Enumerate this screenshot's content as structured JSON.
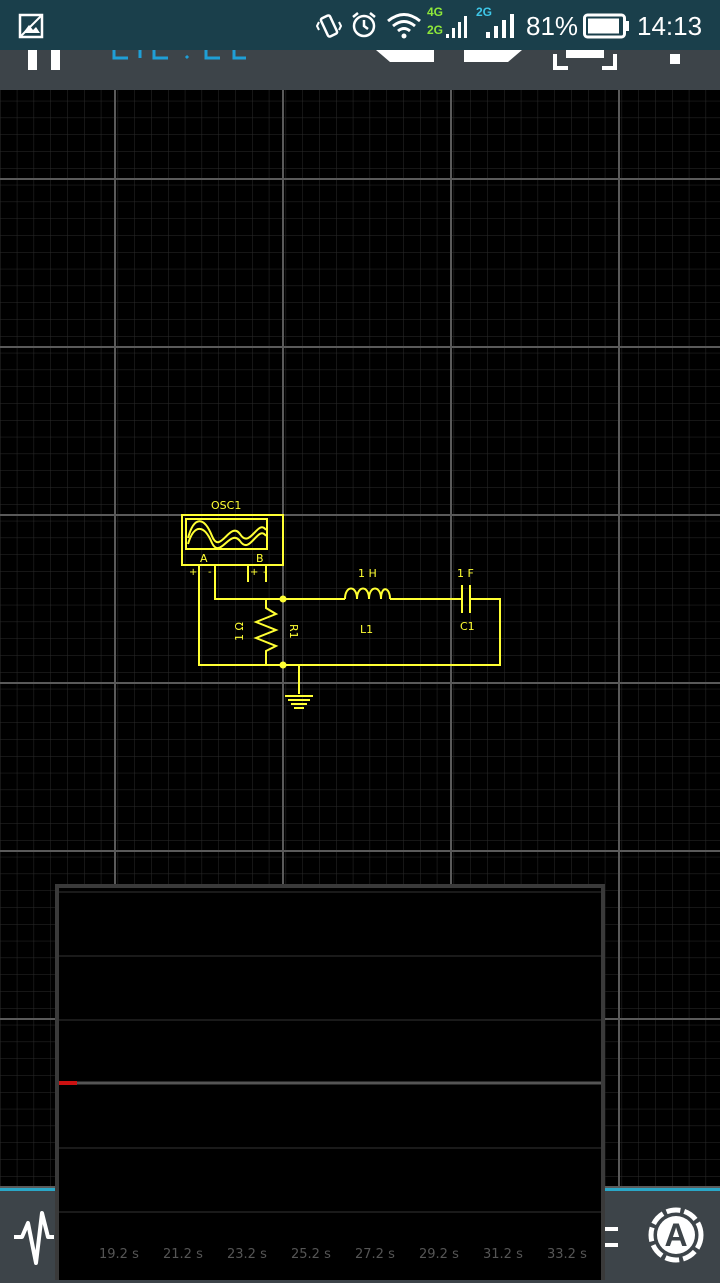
{
  "status_bar": {
    "network_4g": "4G",
    "network_2g_a": "2G",
    "network_2g_b": "2G",
    "battery": "81%",
    "time": "14:13",
    "icons": [
      "image-icon",
      "vibrate-icon",
      "alarm-icon",
      "wifi-icon",
      "signal-icon",
      "battery-icon"
    ]
  },
  "toolbar": {
    "icons": [
      "pause-icon",
      "simulation-readout",
      "undo-icon",
      "redo-icon",
      "fit-screen-icon",
      "overflow-menu-icon"
    ]
  },
  "circuit": {
    "oscilloscope": {
      "label": "OSC1",
      "channel_a": "A",
      "channel_b": "B",
      "plus": "+",
      "minus": "-"
    },
    "resistor": {
      "name": "R1",
      "value": "1 Ω"
    },
    "inductor": {
      "name": "L1",
      "value": "1 H"
    },
    "capacitor": {
      "name": "C1",
      "value": "1 F"
    },
    "wire_color": "#ffff33"
  },
  "scope": {
    "time_labels": [
      "19.2 s",
      "21.2 s",
      "23.2 s",
      "25.2 s",
      "27.2 s",
      "29.2 s",
      "31.2 s",
      "33.2 s"
    ],
    "trace_color": "#cc1111"
  },
  "bottom_bar": {
    "left_icon": "waveform-icon",
    "right_icon": "auto-scale-icon",
    "right_label": "A",
    "menu_icon": "menu-icon"
  },
  "colors": {
    "status_bar": "#1a3f4b",
    "toolbar": "#3d4449",
    "accent": "#2aa7c7",
    "circuit": "#ffff33"
  }
}
